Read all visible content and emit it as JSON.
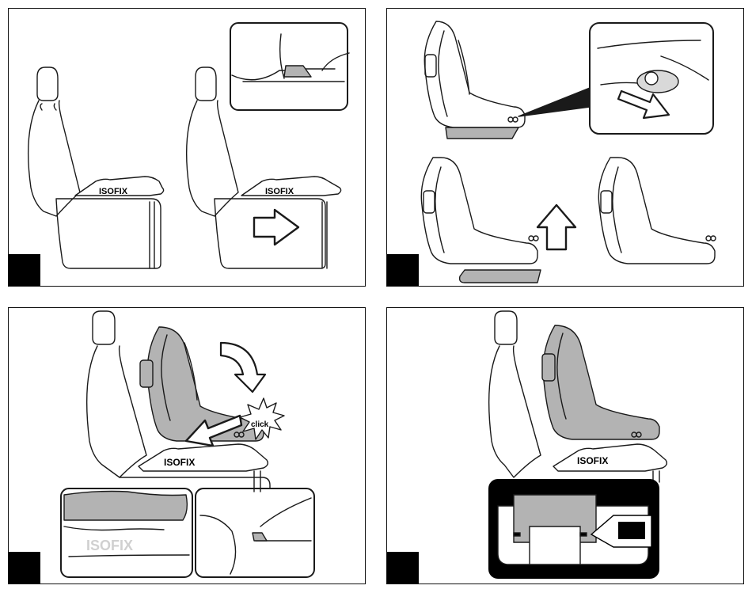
{
  "brand": {
    "isofix": "ISOFIX"
  },
  "panel3": {
    "click_label": "click"
  },
  "colors": {
    "grey_fill": "#b3b3b3",
    "light_grey": "#d9d9d9",
    "ink": "#1a1a1a",
    "black": "#000000"
  },
  "panels": [
    {
      "id": 1,
      "description_icon": "isofix-base-install"
    },
    {
      "id": 2,
      "description_icon": "seat-detach-base"
    },
    {
      "id": 3,
      "description_icon": "seat-attach-click"
    },
    {
      "id": 4,
      "description_icon": "installed-check"
    }
  ]
}
